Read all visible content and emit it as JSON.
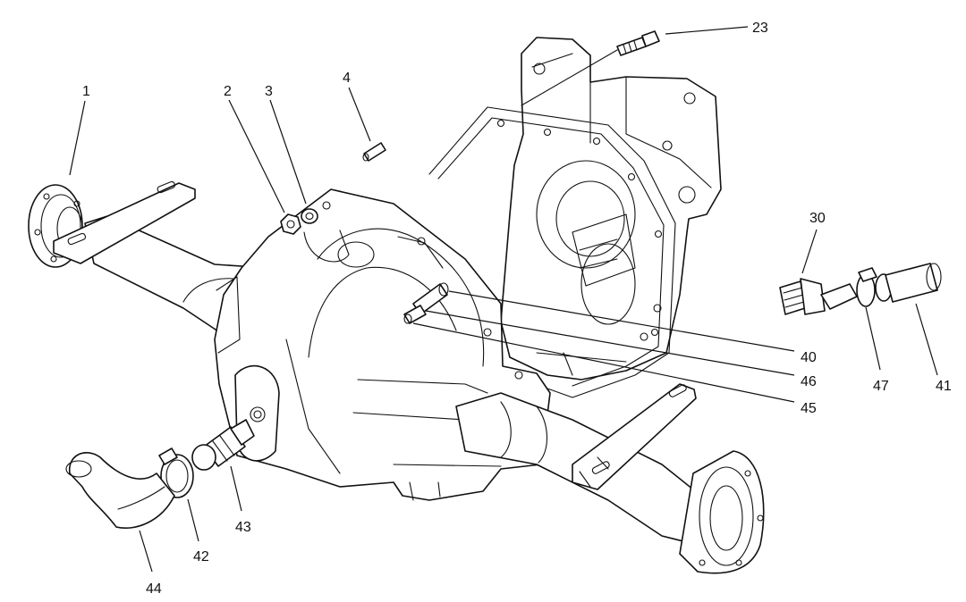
{
  "diagram": {
    "callouts": [
      {
        "id": "c1",
        "label": "1"
      },
      {
        "id": "c2",
        "label": "2"
      },
      {
        "id": "c3",
        "label": "3"
      },
      {
        "id": "c4",
        "label": "4"
      },
      {
        "id": "c23",
        "label": "23"
      },
      {
        "id": "c30",
        "label": "30"
      },
      {
        "id": "c40",
        "label": "40"
      },
      {
        "id": "c46",
        "label": "46"
      },
      {
        "id": "c45",
        "label": "45"
      },
      {
        "id": "c47",
        "label": "47"
      },
      {
        "id": "c41",
        "label": "41"
      },
      {
        "id": "c43",
        "label": "43"
      },
      {
        "id": "c42",
        "label": "42"
      },
      {
        "id": "c44",
        "label": "44"
      }
    ]
  }
}
